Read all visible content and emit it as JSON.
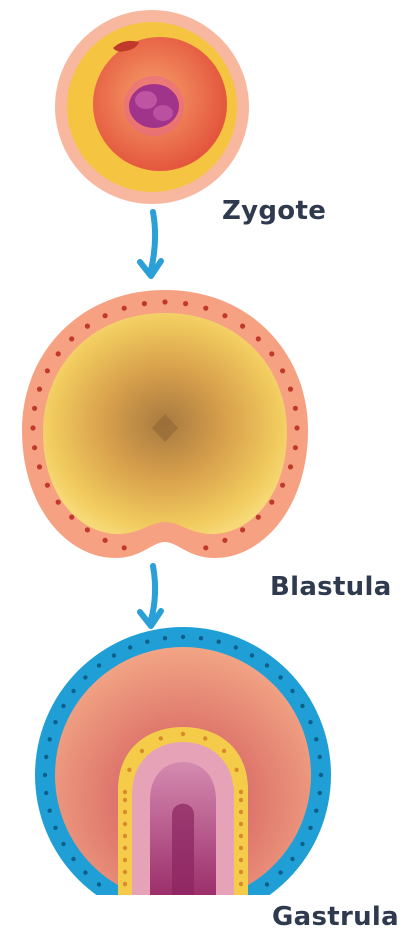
{
  "stages": [
    {
      "label": "Zygote"
    },
    {
      "label": "Blastula"
    },
    {
      "label": "Gastrula"
    }
  ],
  "colors": {
    "arrow": "#2a9fd8",
    "label": "#2f3a4f",
    "zygote_membrane": "#f8b8a0",
    "zygote_yolk": "#f5c440",
    "zygote_cytoplasm": "#e8603a",
    "zygote_nucleus": "#a0348a",
    "blastula_outer": "#f7a183",
    "blastula_inner": "#f0cd60",
    "blastula_core": "#b88445",
    "gastrula_ectoderm": "#1f9fd6",
    "gastrula_mesoderm": "#ee8a74",
    "gastrula_endoderm_ring": "#f5cc4a",
    "gastrula_archenteron": "#b84a82",
    "cell_dot": "#c0392b"
  },
  "icons": [
    "down-arrow-icon",
    "down-arrow-icon"
  ]
}
